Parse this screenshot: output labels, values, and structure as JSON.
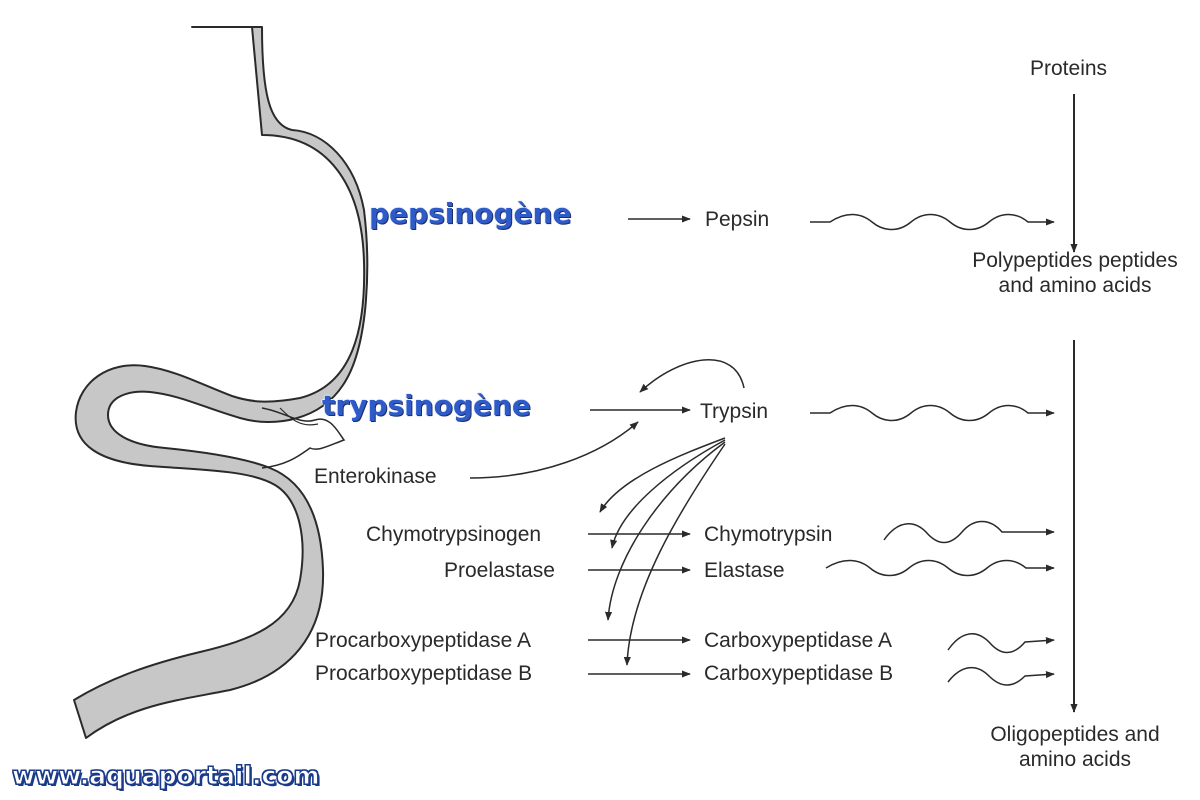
{
  "labels": {
    "proteins": "Proteins",
    "pepsinogen": "pepsinogène",
    "pepsin": "Pepsin",
    "polypeptides_line1": "Polypeptides peptides",
    "polypeptides_line2": "and amino acids",
    "trypsinogen": "trypsinogène",
    "trypsin": "Trypsin",
    "enterokinase": "Enterokinase",
    "chymotrypsinogen": "Chymotrypsinogen",
    "chymotrypsin": "Chymotrypsin",
    "proelastase": "Proelastase",
    "elastase": "Elastase",
    "procarboxypeptidase_a": "Procarboxypeptidase A",
    "carboxypeptidase_a": "Carboxypeptidase A",
    "procarboxypeptidase_b": "Procarboxypeptidase B",
    "carboxypeptidase_b": "Carboxypeptidase B",
    "oligopeptides_line1": "Oligopeptides and",
    "oligopeptides_line2": "amino acids"
  },
  "watermark": "www.aquaportail.com",
  "colors": {
    "organ_fill": "#c7c7c7",
    "line": "#2a2a2a",
    "highlight_text": "#2e5bc7",
    "watermark_outline": "#1a3a8a"
  }
}
